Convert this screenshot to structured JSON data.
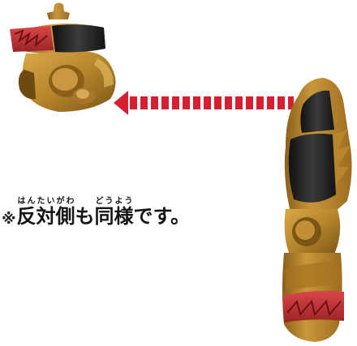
{
  "note": {
    "mark": "※",
    "word1": "反対側",
    "word1_reading": "はんたいがわ",
    "kana1": "も",
    "word2": "同様",
    "word2_reading": "どうよう",
    "ending": "です。"
  },
  "colors": {
    "gold": "#b7862c",
    "gold_dark": "#7a5516",
    "black_part": "#2b2b2b",
    "red_band": "#c2373a",
    "arrow": "#d42030"
  },
  "icons": {
    "head_part": "head-joint-part",
    "arm_part": "arm-part",
    "arrow": "dashed-left-arrow"
  }
}
